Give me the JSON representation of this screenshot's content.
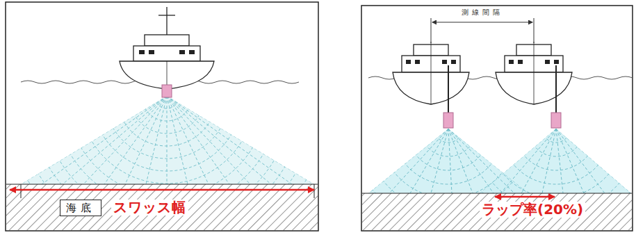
{
  "diagram": {
    "nodes": [
      {
        "text": [
          "海底"
        ]
      }
    ],
    "labels": [
      "スワッス幅",
      "測線間隔",
      "ラップ率(20%)"
    ]
  }
}
